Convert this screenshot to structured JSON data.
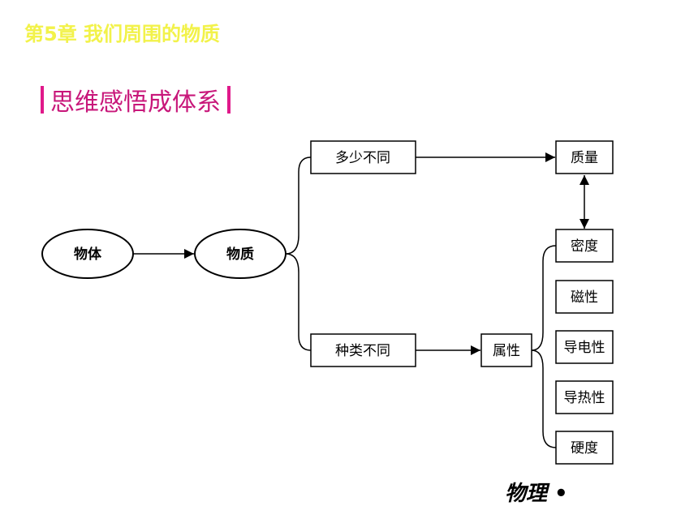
{
  "header": {
    "chapter_title": "第5章  我们周围的物质"
  },
  "section": {
    "title": "思维感悟成体系"
  },
  "diagram": {
    "nodes": {
      "object": "物体",
      "substance": "物质",
      "amount_differs": "多少不同",
      "kind_differs": "种类不同",
      "mass": "质量",
      "property": "属性",
      "density": "密度",
      "magnetism": "磁性",
      "conductivity": "导电性",
      "thermal_conductivity": "导热性",
      "hardness": "硬度"
    }
  },
  "footer": {
    "text": "物理 •"
  },
  "colors": {
    "chapter_title": "#f2f24a",
    "section_title": "#c8177a",
    "section_bar": "#e0198a"
  }
}
